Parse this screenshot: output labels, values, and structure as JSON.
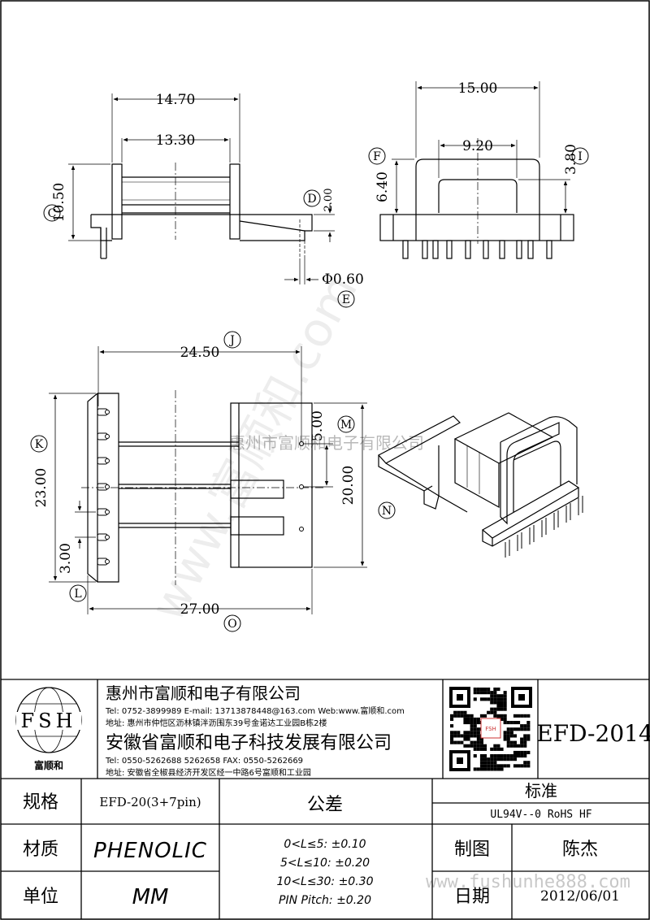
{
  "dimensions": {
    "d_14_70": "14.70",
    "d_13_30": "13.30",
    "d_10_50": "10.50",
    "d_2_00": "2.00",
    "d_0_60": "Φ0.60",
    "d_15_00": "15.00",
    "d_9_20": "9.20",
    "d_6_40": "6.40",
    "d_3_80": "3.80",
    "d_24_50": "24.50",
    "d_23_00": "23.00",
    "d_3_00_left": "3.00",
    "d_5_00": "5.00",
    "d_20_00": "20.00",
    "d_27_00": "27.00"
  },
  "callouts": {
    "C": "C",
    "D": "D",
    "E": "E",
    "F": "F",
    "I": "I",
    "J": "J",
    "K": "K",
    "L": "L",
    "M": "M",
    "N": "N",
    "O": "O"
  },
  "watermarks": {
    "diagonal": "www.富顺和.com",
    "company": "惠州市富顺和电子有限公司",
    "site": "www.fushunhe888.com"
  },
  "title_block": {
    "logo_text": "FSH",
    "logo_caption": "富顺和",
    "company1": "惠州市富顺和电子有限公司",
    "company1_contact": "Tel:  0752-3899989  E-mail: 13713878448@163.com  Web:www.富顺和.com",
    "company1_address": "地址: 惠州市仲恺区沥林镇泮沥围东39号金诺达工业园B栋2楼",
    "company2": "安徽省富顺和电子科技发展有限公司",
    "company2_contact": "Tel:  0550-5262688  5262658      FAX:  0550-5262669",
    "company2_address": "地址: 安徽省全椒县经济开发区经一中路6号富顺和工业园",
    "part_number": "EFD-2014",
    "spec_label": "规格",
    "spec_value": "EFD-20(3+7pin)",
    "material_label": "材质",
    "material_value": "PHENOLIC",
    "unit_label": "单位",
    "unit_value": "MM",
    "tolerance_label": "公差",
    "tolerances": [
      "0<L≤5: ±0.10",
      "5<L≤10: ±0.20",
      "10<L≤30: ±0.30",
      "PIN Pitch: ±0.20"
    ],
    "standard_label": "标准",
    "standard_value": "UL94V--0  RoHS HF",
    "drawn_label": "制图",
    "drawn_value": "陈杰",
    "date_label": "日期",
    "date_value": "2012/06/01"
  }
}
